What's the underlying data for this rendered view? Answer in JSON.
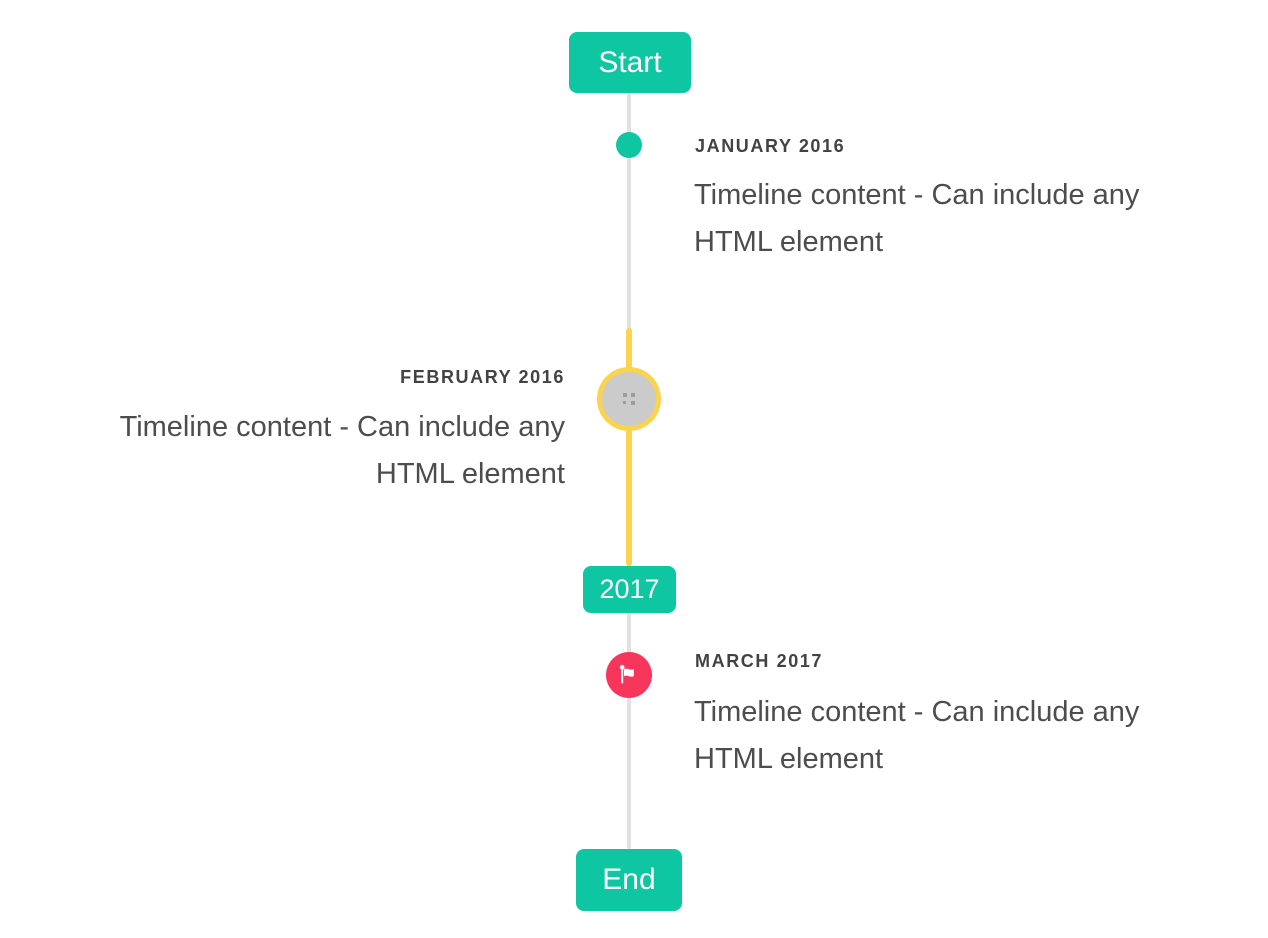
{
  "timeline": {
    "start_badge_label": "Start",
    "end_badge_label": "End",
    "year_badge_label": "2017",
    "colors": {
      "accent_teal": "#0ec6a2",
      "highlight_yellow": "#fbd34e",
      "flag_red": "#f8365c",
      "line_gray": "#e1e1e1",
      "marker_gray_fill": "#cbcbcb",
      "title_text": "#424242",
      "content_text": "#4d4d4d"
    },
    "entries": [
      {
        "id": "january-2016",
        "title": "JANUARY 2016",
        "content_line1": "Timeline content - Can include any",
        "content_line2": "HTML element",
        "side": "right",
        "marker_icon": "teal-dot-icon"
      },
      {
        "id": "february-2016",
        "title": "FEBRUARY 2016",
        "content_line1": "Timeline content - Can include any",
        "content_line2": "HTML element",
        "side": "left",
        "marker_icon": "broken-image-icon"
      },
      {
        "id": "march-2017",
        "title": "MARCH 2017",
        "content_line1": "Timeline content - Can include any",
        "content_line2": "HTML element",
        "side": "right",
        "marker_icon": "flag-icon"
      }
    ]
  }
}
